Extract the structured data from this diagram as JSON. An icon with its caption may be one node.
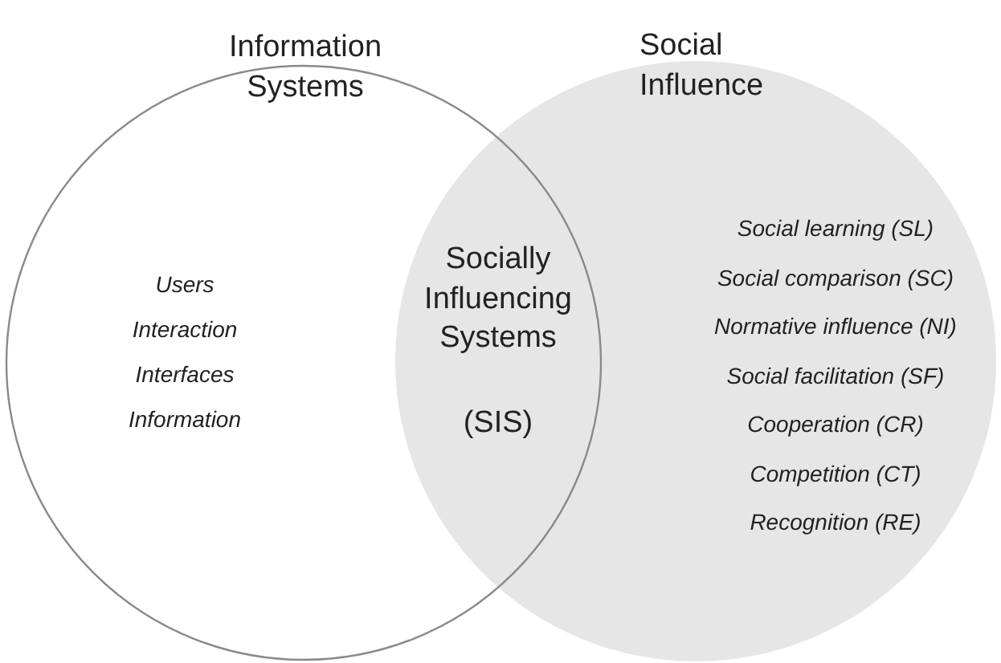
{
  "diagram": {
    "nodes": [
      {
        "text": [
          "Information Systems",
          "Users",
          "Interaction",
          "Interfaces",
          "Information"
        ]
      },
      {
        "text": [
          "Social Influence",
          "Social learning (SL)",
          "Social comparison (SC)",
          "Normative influence (NI)",
          "Social facilitation (SF)",
          "Cooperation (CR)",
          "Competition (CT)",
          "Recognition (RE)"
        ]
      },
      {
        "text": [
          "Socially Influencing Systems",
          "(SIS)"
        ]
      }
    ]
  }
}
